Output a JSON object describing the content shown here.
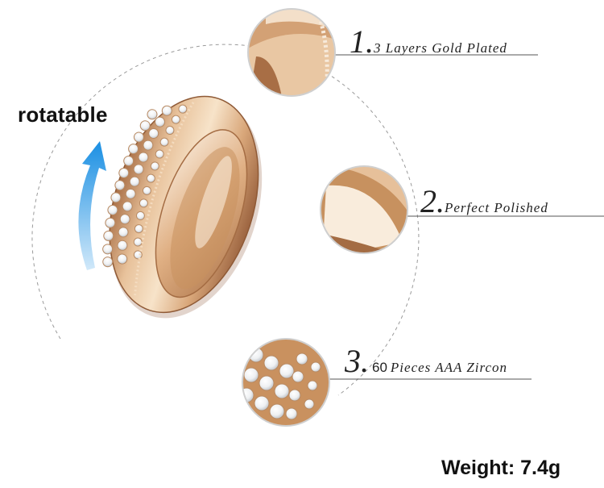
{
  "product": {
    "rotatable_label": "rotatable",
    "weight_label": "Weight: 7.4g"
  },
  "features": [
    {
      "number": "1.",
      "text": "3 Layers Gold Plated"
    },
    {
      "number": "2.",
      "text": "Perfect Polished"
    },
    {
      "number": "3.",
      "count": "60",
      "text": "Pieces AAA Zircon"
    }
  ],
  "colors": {
    "gold_light": "#f3d9b8",
    "gold_mid": "#d9a77a",
    "gold_dark": "#a86e45",
    "arrow_blue": "#1a8fe3",
    "line_gray": "#9a9a9a"
  }
}
